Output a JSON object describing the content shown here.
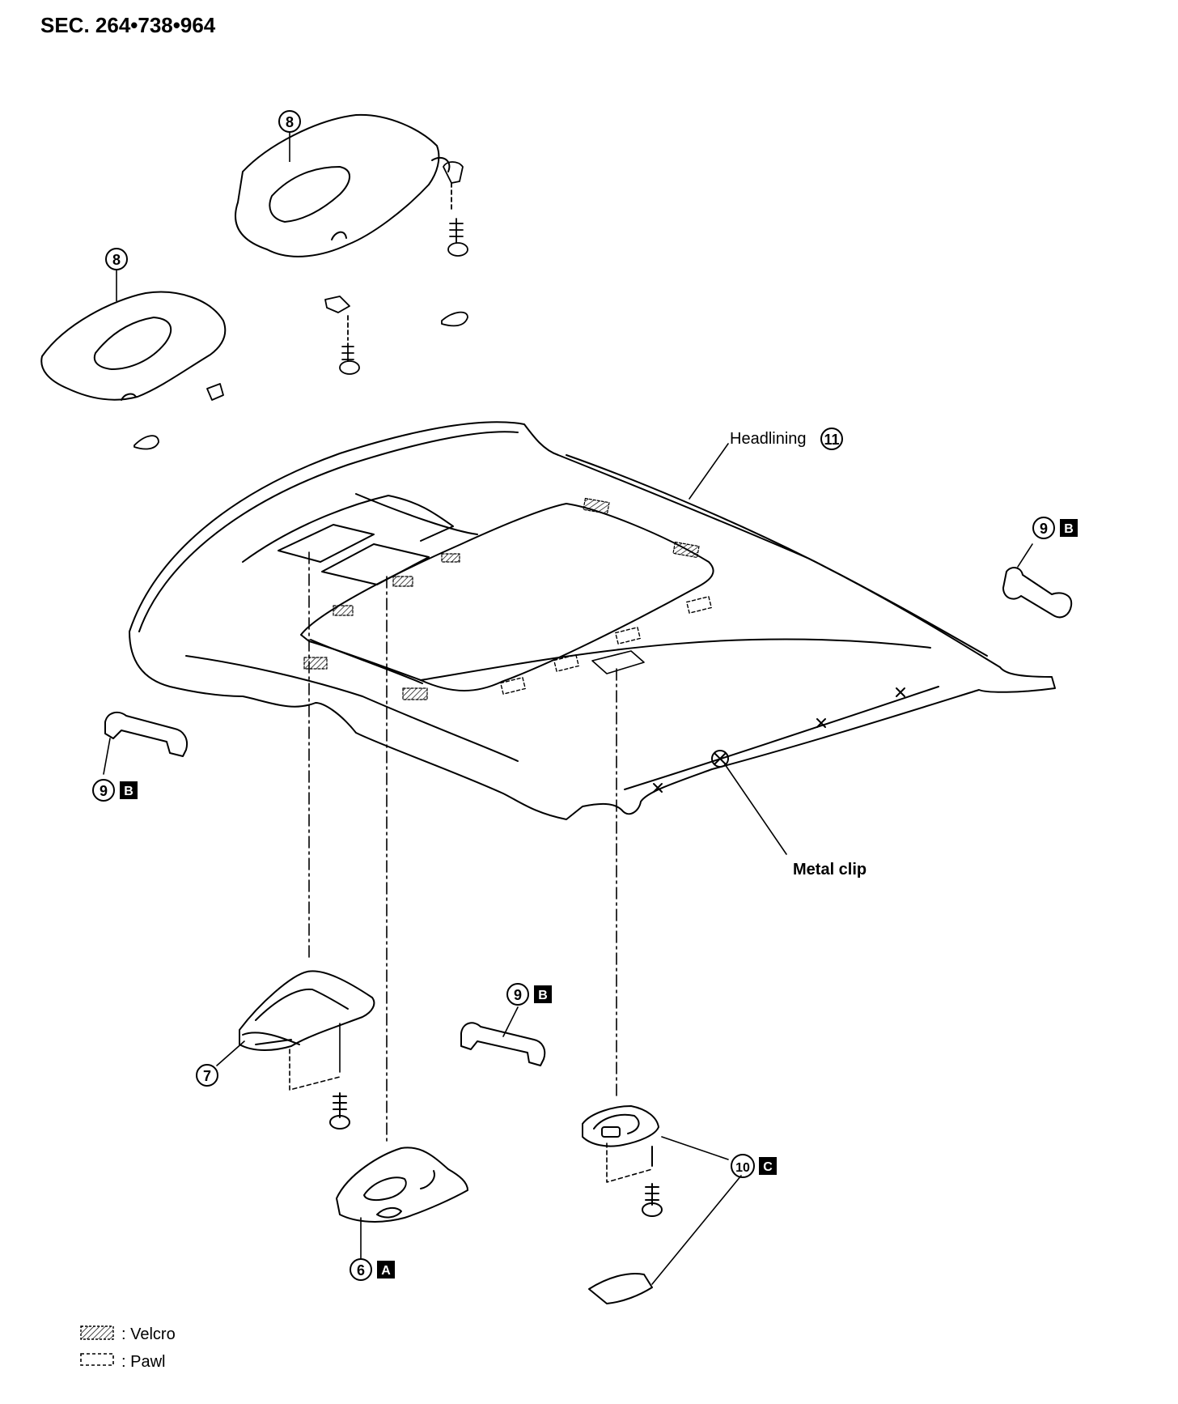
{
  "section_code": "SEC. 264•738•964",
  "callouts": {
    "headlining": {
      "text": "Headlining",
      "num": "11"
    },
    "metal_clip": {
      "text": "Metal clip"
    },
    "sunvisor_upper": {
      "num": "8"
    },
    "sunvisor_lower": {
      "num": "8"
    },
    "assist_grip_right": {
      "num": "9",
      "tag": "B"
    },
    "assist_grip_left": {
      "num": "9",
      "tag": "B"
    },
    "assist_grip_center": {
      "num": "9",
      "tag": "B"
    },
    "console_lamp": {
      "num": "7"
    },
    "map_lamp": {
      "num": "6",
      "tag": "A"
    },
    "room_lamp": {
      "num": "10",
      "tag": "C"
    }
  },
  "legend": [
    {
      "symbol": "velcro",
      "text": ": Velcro"
    },
    {
      "symbol": "pawl",
      "text": ": Pawl"
    }
  ]
}
